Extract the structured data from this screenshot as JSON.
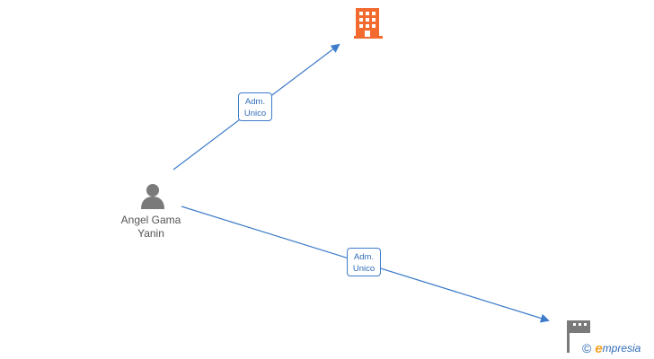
{
  "nodes": {
    "person": {
      "name_line1": "Angel Gama",
      "name_line2": "Yanin",
      "icon": "person-icon",
      "color": "#7a7a7a"
    },
    "company_active": {
      "icon": "building-icon",
      "color": "#f26a2e"
    },
    "company_inactive": {
      "icon": "flag-building-icon",
      "color": "#7a7a7a"
    }
  },
  "edges": [
    {
      "from": "person",
      "to": "company_active",
      "label_line1": "Adm.",
      "label_line2": "Unico"
    },
    {
      "from": "person",
      "to": "company_inactive",
      "label_line1": "Adm.",
      "label_line2": "Unico"
    }
  ],
  "edge_color": "#3d7cc9",
  "watermark": {
    "symbol": "©",
    "brand_initial": "e",
    "brand_rest": "mpresia"
  }
}
